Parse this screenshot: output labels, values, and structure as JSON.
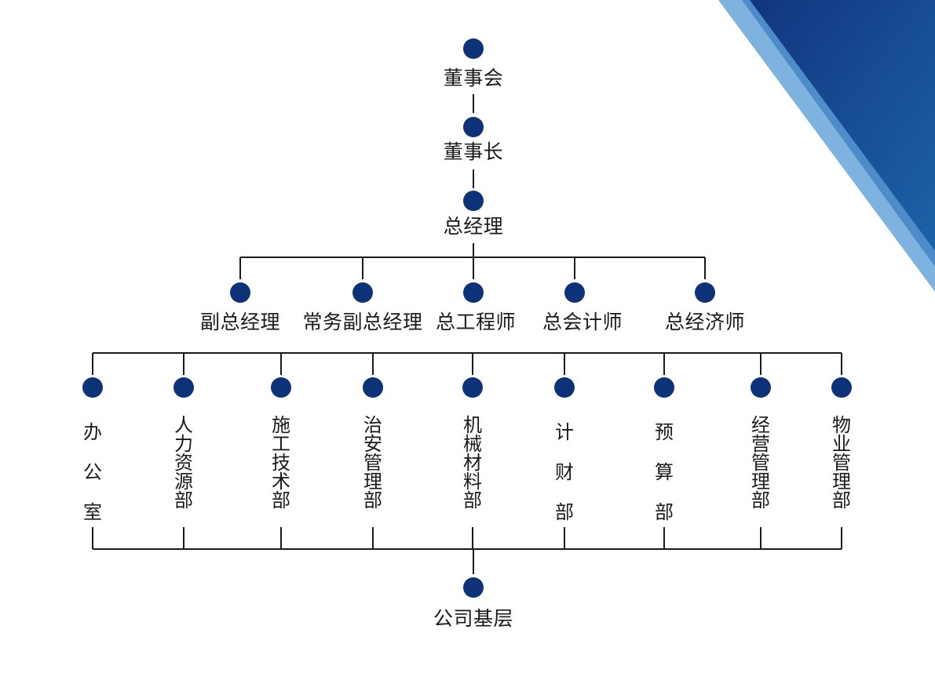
{
  "colors": {
    "node": "#0d3278",
    "line": "#1a1a1a",
    "decor_dark": "#12357f",
    "decor_mid": "#1c63a8",
    "decor_light": "#7fb3df"
  },
  "chain": [
    "董事会",
    "董事长",
    "总经理"
  ],
  "executives": [
    "副总经理",
    "常务副总经理",
    "总工程师",
    "总会计师",
    "总经济师"
  ],
  "departments": [
    "办公室",
    "人力资源部",
    "施工技术部",
    "治安管理部",
    "机械材料部",
    "计财部",
    "预算部",
    "经营管理部",
    "物业管理部"
  ],
  "base": "公司基层"
}
